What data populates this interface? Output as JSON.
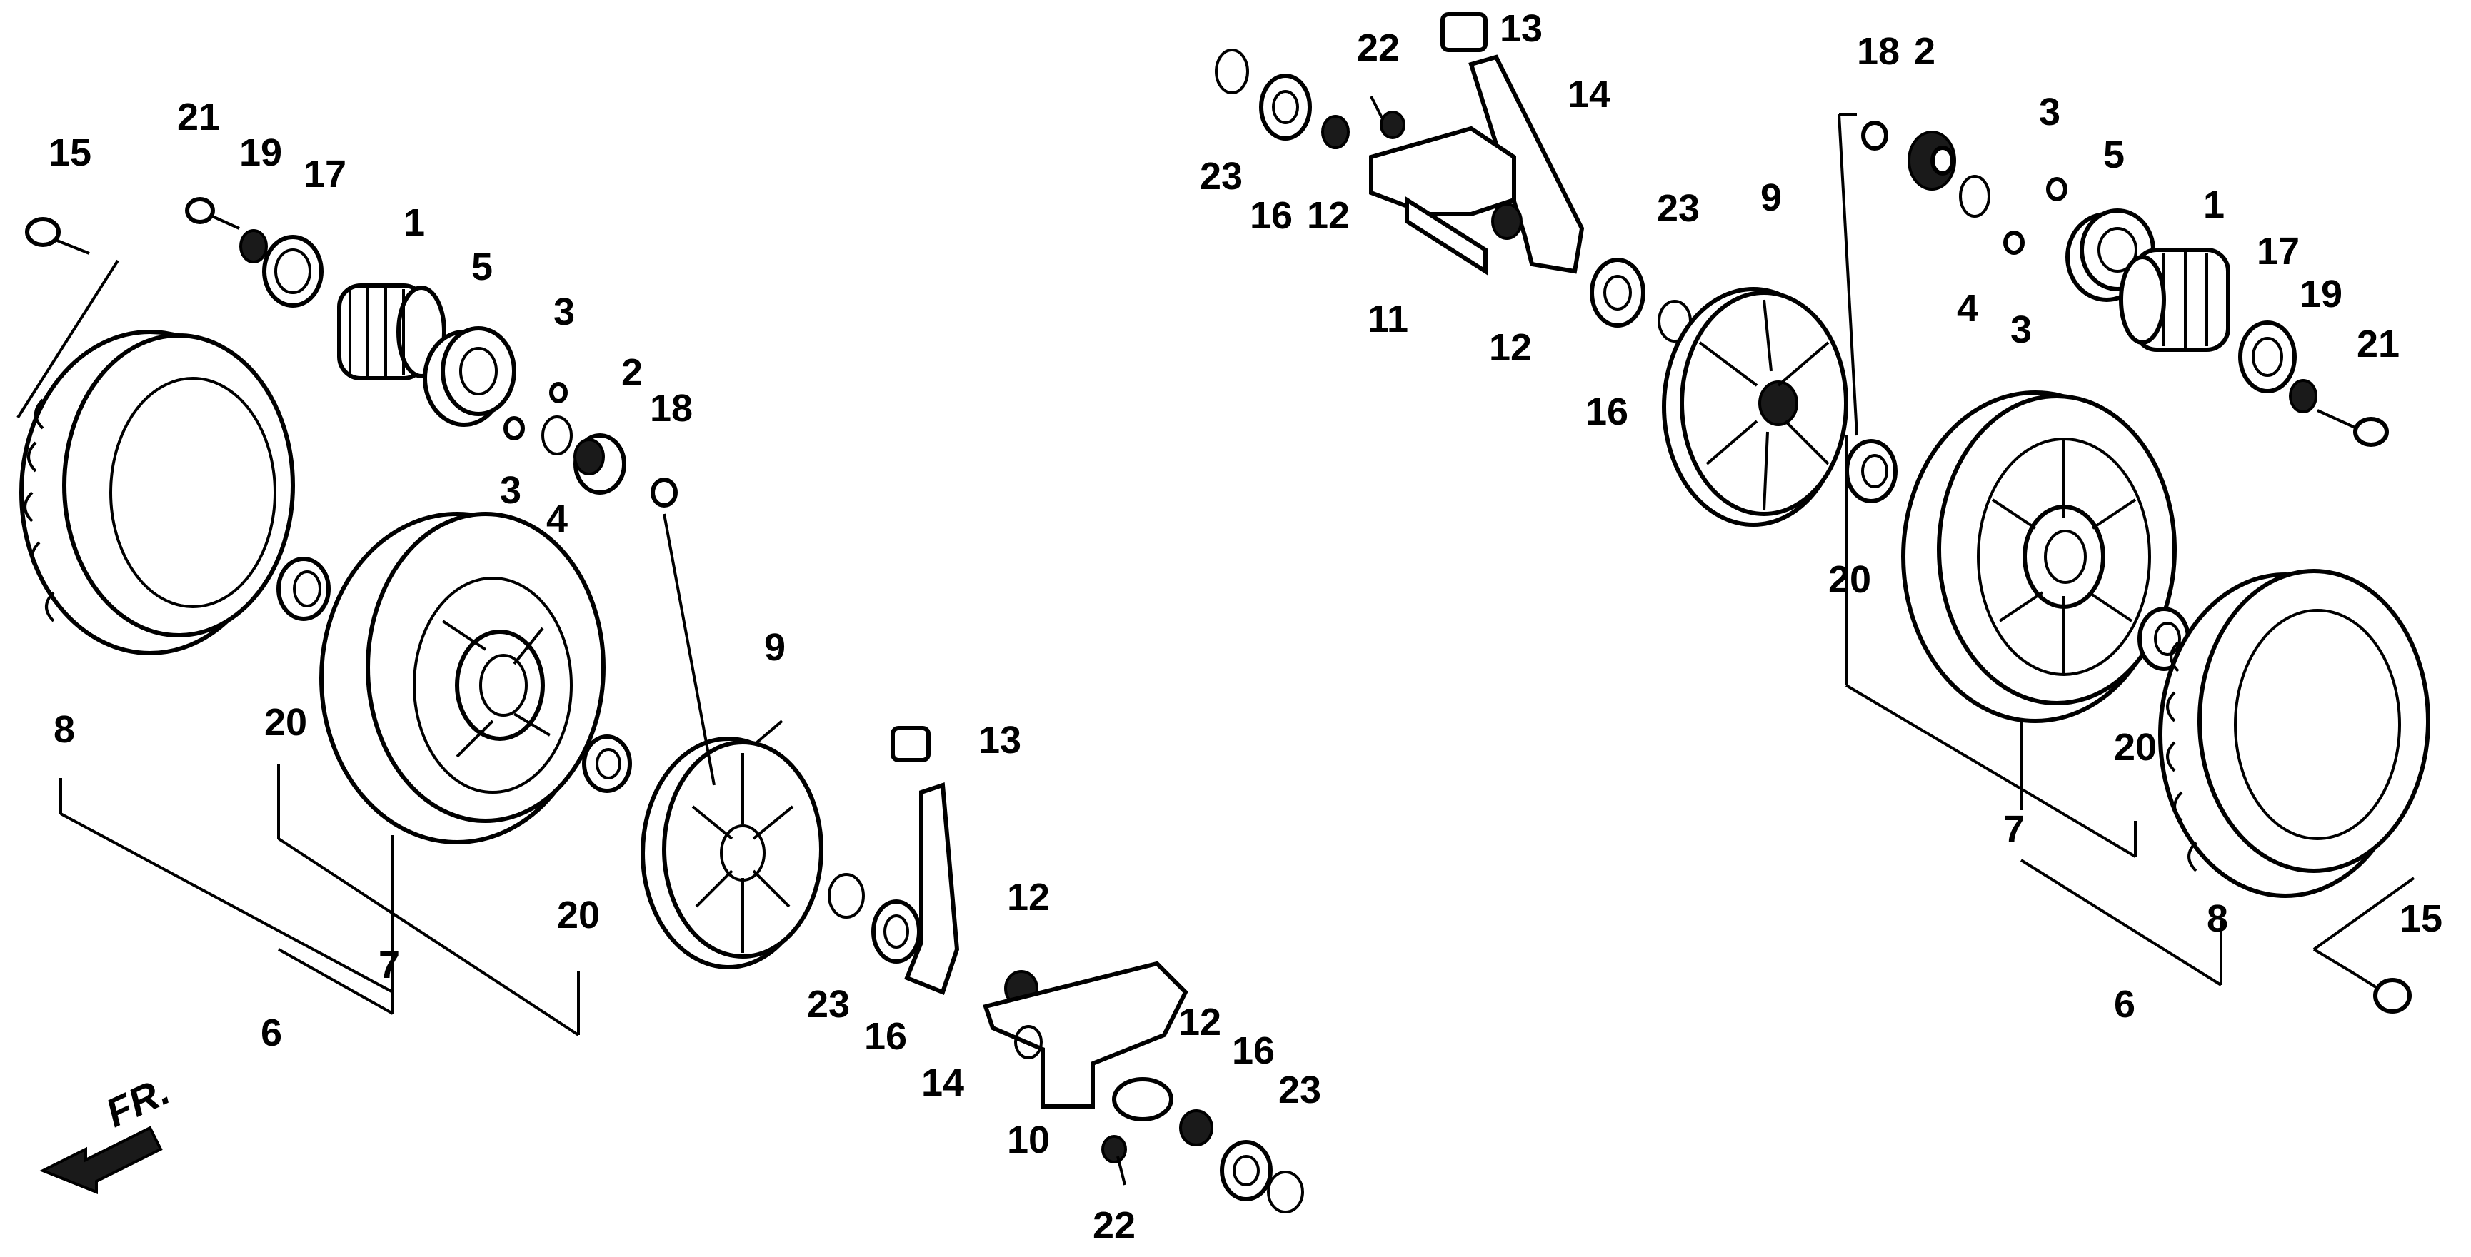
{
  "diagram": {
    "direction_indicator": "FR.",
    "left_assembly": {
      "labels": {
        "bolt": "15",
        "screw": "21",
        "washer_small": "19",
        "washer_large": "17",
        "pinion_gear": "1",
        "bearing_large": "5",
        "pin_a": "3",
        "pin_b": "3",
        "clip": "4",
        "drive_gear": "2",
        "washer_tiny": "18",
        "tire": "8",
        "bearing_inner": "20",
        "wheel": "7",
        "bearing_outer": "20",
        "hub_cap": "9",
        "wheel_assembly": "6",
        "bracket_group": "20",
        "snap_ring": "23",
        "washer_plain": "16",
        "latch_block": "13",
        "arm": "14",
        "nut_top": "12",
        "nut_bottom": "12",
        "axle": "10",
        "flat_washer": "16",
        "clip_ring": "23",
        "pin_bolt": "22"
      }
    },
    "right_assembly": {
      "labels": {
        "latch_block": "13",
        "pin_bolt": "22",
        "arm": "14",
        "clip_ring": "23",
        "flat_washer": "16",
        "nut_top": "12",
        "axle": "11",
        "nut_bottom": "12",
        "snap_ring": "23",
        "washer_plain": "16",
        "hub_cap": "9",
        "washer_tiny": "18",
        "drive_gear": "2",
        "clip": "4",
        "pin_a": "3",
        "pin_b": "3",
        "bearing_large": "5",
        "pinion_gear": "1",
        "washer_large": "17",
        "washer_small": "19",
        "screw": "21",
        "bearing_inner": "20",
        "wheel": "7",
        "bearing_outer": "20",
        "tire": "8",
        "wheel_assembly": "6",
        "bolt": "15"
      }
    }
  }
}
